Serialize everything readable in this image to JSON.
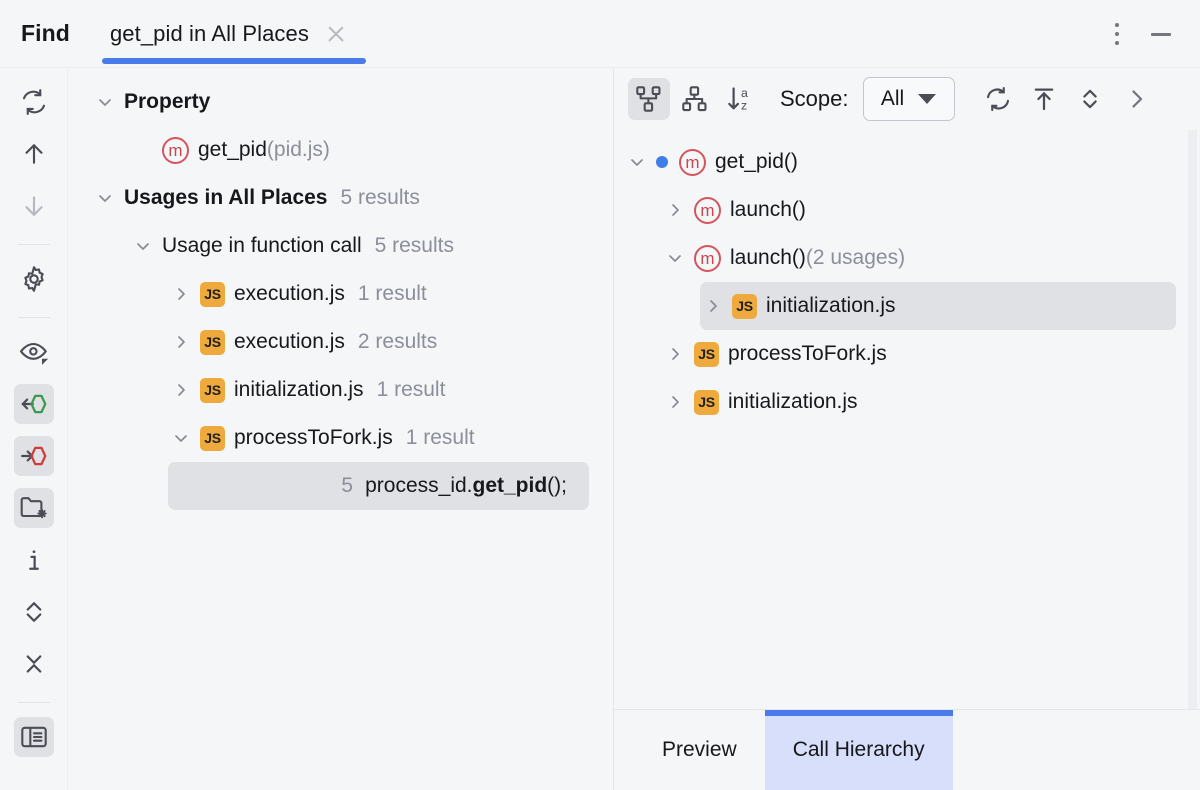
{
  "window": {
    "title": "Find",
    "menu_icon": "kebab-menu-icon",
    "minimize_icon": "minimize-icon"
  },
  "tab": {
    "label": "get_pid in All Places",
    "close_icon": "close-icon",
    "accent_color": "#4a7bea"
  },
  "left_rail": {
    "items": [
      {
        "name": "rerun-search-icon",
        "tooltip": "Rerun Search",
        "active": false
      },
      {
        "name": "previous-occurrence-icon",
        "tooltip": "Previous Occurrence",
        "active": false
      },
      {
        "name": "next-occurrence-icon",
        "tooltip": "Next Occurrence",
        "active": false
      },
      {
        "name": "settings-gear-icon",
        "tooltip": "Settings",
        "active": false
      },
      {
        "name": "preview-eye-icon",
        "tooltip": "Preview Usages",
        "active": false
      },
      {
        "name": "show-read-access-icon",
        "tooltip": "Show Read Access",
        "active": true
      },
      {
        "name": "show-write-access-icon",
        "tooltip": "Show Write Access",
        "active": true
      },
      {
        "name": "group-by-directory-icon",
        "tooltip": "Group by Directory",
        "active": true
      },
      {
        "name": "info-icon",
        "tooltip": "Show Usage Info",
        "active": false
      },
      {
        "name": "expand-all-icon",
        "tooltip": "Expand All",
        "active": false
      },
      {
        "name": "collapse-all-icon",
        "tooltip": "Collapse All",
        "active": false
      },
      {
        "name": "toggle-preview-panel-icon",
        "tooltip": "Open Preview",
        "active": true
      }
    ]
  },
  "left_tree": {
    "nodes": [
      {
        "id": "property",
        "indent": 0,
        "chevron": "down",
        "label": "Property",
        "bold": true,
        "icon": "none",
        "count": ""
      },
      {
        "id": "get-pid-decl",
        "indent": 1,
        "chevron": "none",
        "label": "get_pid",
        "bold": false,
        "icon": "method",
        "suffix": "(pid.js)"
      },
      {
        "id": "usages-all",
        "indent": 0,
        "chevron": "down",
        "label": "Usages in All Places",
        "bold": true,
        "icon": "none",
        "count": "5 results"
      },
      {
        "id": "usage-fn-call",
        "indent": 1,
        "chevron": "down",
        "label": "Usage in function call",
        "bold": false,
        "icon": "none",
        "count": "5 results"
      },
      {
        "id": "execution-1",
        "indent": 2,
        "chevron": "right",
        "label": "execution.js",
        "bold": false,
        "icon": "js",
        "count": "1 result"
      },
      {
        "id": "execution-2",
        "indent": 2,
        "chevron": "right",
        "label": "execution.js",
        "bold": false,
        "icon": "js",
        "count": "2 results"
      },
      {
        "id": "initialization-1",
        "indent": 2,
        "chevron": "right",
        "label": "initialization.js",
        "bold": false,
        "icon": "js",
        "count": "1 result"
      },
      {
        "id": "processtofork",
        "indent": 2,
        "chevron": "down",
        "label": "processToFork.js",
        "bold": false,
        "icon": "js",
        "count": "1 result"
      }
    ],
    "code_result": {
      "line_number": "5",
      "prefix": "process_id.",
      "match": "get_pid",
      "suffix": "();",
      "selected": true
    }
  },
  "right_toolbar": {
    "buttons": [
      {
        "name": "callee-hierarchy-icon",
        "tooltip": "Caller Methods Hierarchy",
        "active": true
      },
      {
        "name": "caller-hierarchy-icon",
        "tooltip": "Callee Methods Hierarchy",
        "active": false
      },
      {
        "name": "sort-alphabetically-icon",
        "tooltip": "Sort Alphabetically",
        "active": false
      }
    ],
    "scope_label": "Scope:",
    "scope_value": "All",
    "trailing_buttons": [
      {
        "name": "refresh-icon",
        "tooltip": "Refresh"
      },
      {
        "name": "export-to-top-icon",
        "tooltip": "Export"
      },
      {
        "name": "expand-collapse-icon",
        "tooltip": "Expand / Collapse"
      },
      {
        "name": "more-chevron-icon",
        "tooltip": "More"
      }
    ]
  },
  "right_tree": {
    "nodes": [
      {
        "id": "ch-get-pid",
        "indent": 0,
        "chevron": "down",
        "icon": "method",
        "dot": true,
        "label": "get_pid()",
        "suffix": "",
        "selected": false
      },
      {
        "id": "ch-launch-1",
        "indent": 1,
        "chevron": "right",
        "icon": "method",
        "dot": false,
        "label": "launch()",
        "suffix": "",
        "selected": false
      },
      {
        "id": "ch-launch-2",
        "indent": 1,
        "chevron": "down",
        "icon": "method",
        "dot": false,
        "label": "launch()",
        "suffix": "(2 usages)",
        "selected": false
      },
      {
        "id": "ch-initialization",
        "indent": 2,
        "chevron": "right",
        "icon": "js",
        "dot": false,
        "label": "initialization.js",
        "suffix": "",
        "selected": true
      },
      {
        "id": "ch-processtofork",
        "indent": 1,
        "chevron": "right",
        "icon": "js",
        "dot": false,
        "label": "processToFork.js",
        "suffix": "",
        "selected": false
      },
      {
        "id": "ch-initialization2",
        "indent": 1,
        "chevron": "right",
        "icon": "js",
        "dot": false,
        "label": "initialization.js",
        "suffix": "",
        "selected": false
      }
    ]
  },
  "bottom_tabs": {
    "tabs": [
      {
        "id": "preview",
        "label": "Preview",
        "active": false
      },
      {
        "id": "call-hierarchy",
        "label": "Call Hierarchy",
        "active": true
      }
    ]
  },
  "colors": {
    "accent": "#4a7bea",
    "selection": "#dfe1e5",
    "active_tab_bg": "#d7dffa",
    "js_badge": "#eeaa3c",
    "method_badge": "#c8474f",
    "muted_text": "#8b8f99",
    "panel_bg": "#f5f6f8"
  }
}
